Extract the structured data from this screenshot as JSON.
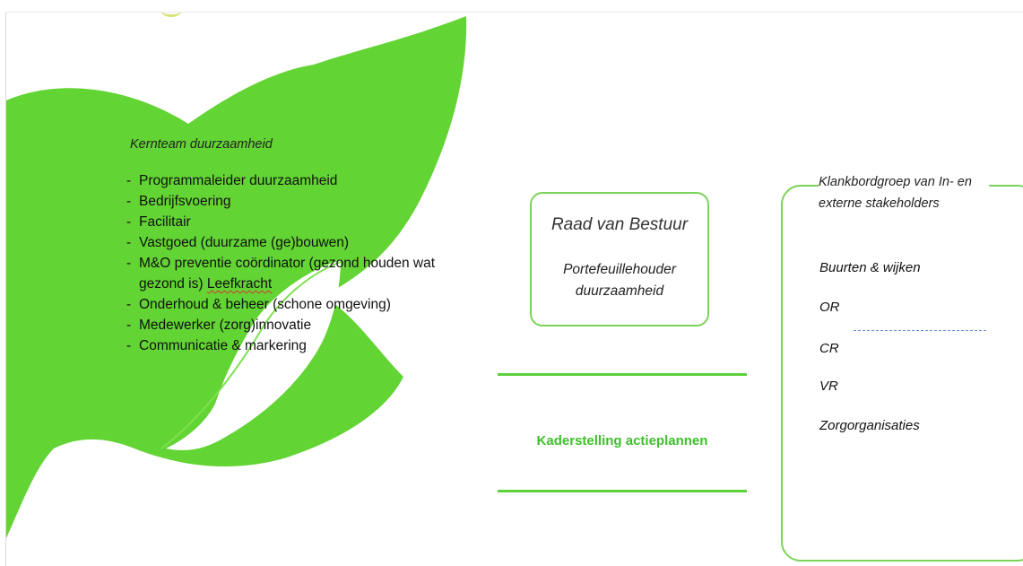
{
  "kernteam": {
    "title": "Kernteam duurzaamheid",
    "items": [
      "Programmaleider duurzaamheid",
      "Bedrijfsvoering",
      "Facilitair",
      "Vastgoed  (duurzame (ge)bouwen)",
      "M&O preventie  coördinator (gezond houden wat gezond is) ",
      "Onderhoud  & beheer (schone omgeving)",
      "Medewerker (zorg)innovatie",
      "Communicatie & markering"
    ],
    "item_5_misspelled_word": "Leefkracht"
  },
  "raad": {
    "title": "Raad van Bestuur",
    "subtitle": "Portefeuillehouder duurzaamheid"
  },
  "kaderstelling": "Kaderstelling actieplannen",
  "klankbord": {
    "title": "Klankbordgroep van In- en externe stakeholders",
    "items": [
      "Buurten & wijken",
      "OR",
      "CR",
      "VR",
      "Zorgorganisaties"
    ]
  },
  "colors": {
    "leaf": "#62d433",
    "accent_green": "#3dbf2a",
    "box_border": "#7cd35a",
    "dashed_line": "#5b8fd6"
  },
  "icons": {
    "background": "leaf-icon"
  }
}
